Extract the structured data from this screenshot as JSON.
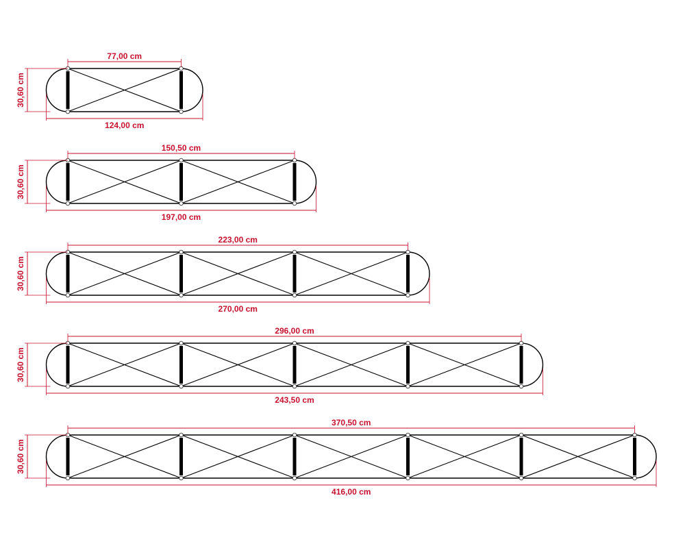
{
  "diagrams": [
    {
      "modules": 1,
      "top_label": "77,00 cm",
      "bottom_label": "124,00 cm",
      "height_label": "30,60 cm"
    },
    {
      "modules": 2,
      "top_label": "150,50 cm",
      "bottom_label": "197,00 cm",
      "height_label": "30,60 cm"
    },
    {
      "modules": 3,
      "top_label": "223,00 cm",
      "bottom_label": "270,00 cm",
      "height_label": "30,60 cm"
    },
    {
      "modules": 4,
      "top_label": "296,00 cm",
      "bottom_label": "243,50 cm",
      "height_label": "30,60 cm"
    },
    {
      "modules": 5,
      "top_label": "370,50 cm",
      "bottom_label": "416,00 cm",
      "height_label": "30,60 cm"
    }
  ],
  "colors": {
    "dimension": "#c8102e",
    "frame": "#000000"
  }
}
